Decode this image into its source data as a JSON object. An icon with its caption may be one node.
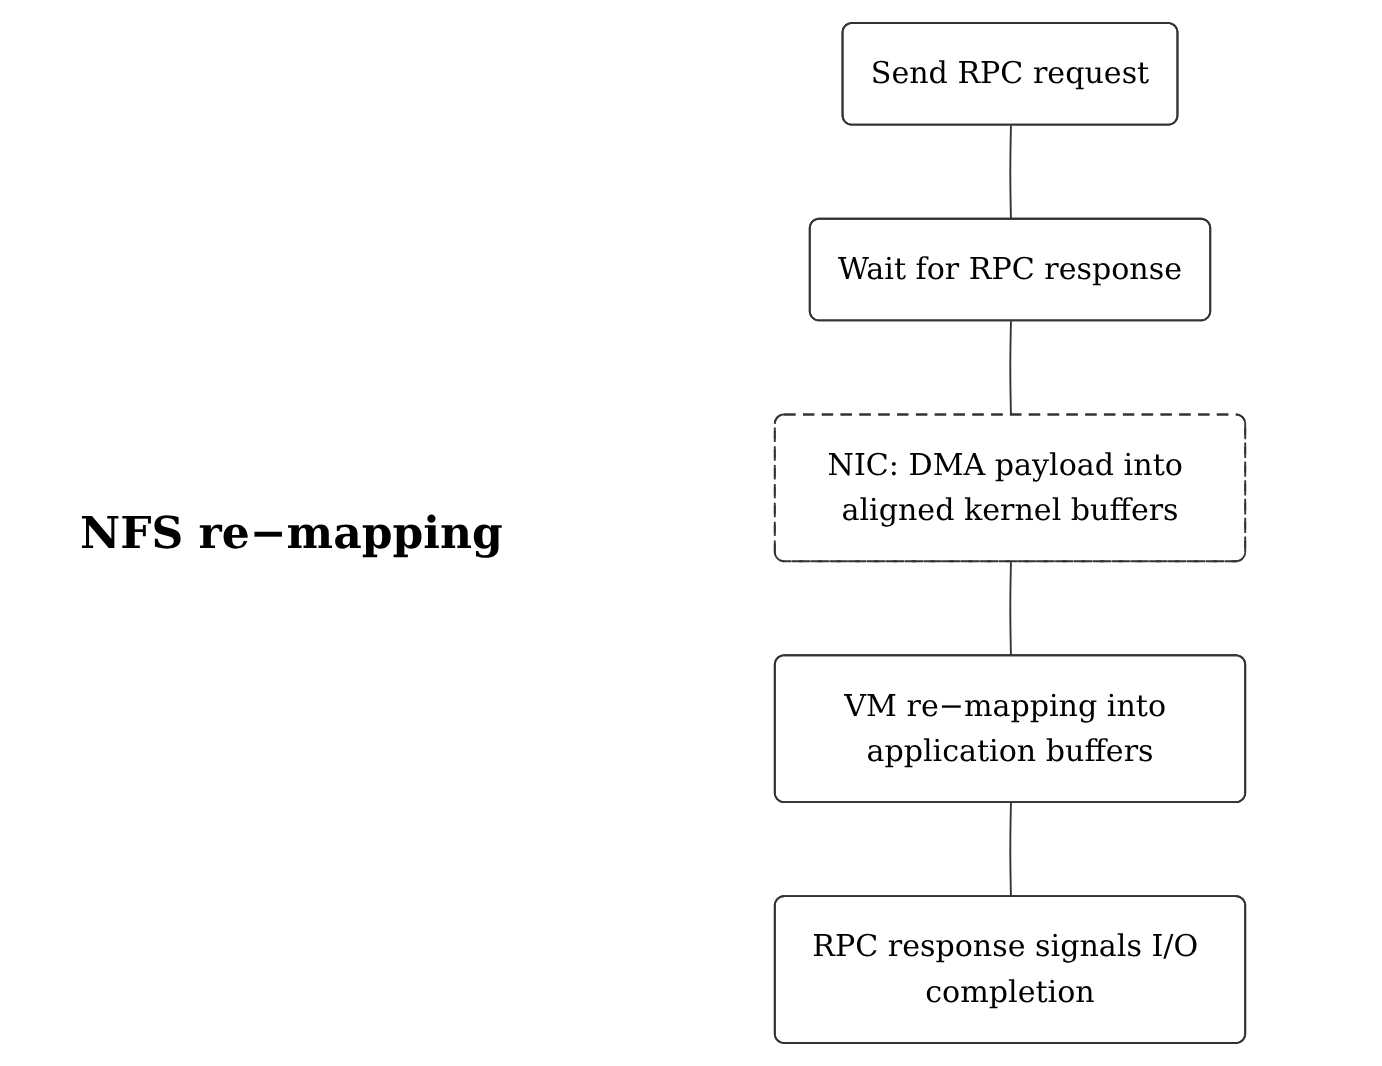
{
  "diagram": {
    "title": "NFS re−mapping",
    "nodes": [
      {
        "text": [
          "Send RPC request"
        ]
      },
      {
        "text": [
          "Wait for RPC response"
        ]
      },
      {
        "text": [
          "NIC: DMA payload into aligned kernel buffers"
        ]
      },
      {
        "text": [
          "VM re−mapping into application buffers"
        ]
      },
      {
        "text": [
          "RPC response signals I/O completion"
        ]
      }
    ],
    "edges": [
      {
        "from": 0,
        "to": 1,
        "arrow": "none"
      },
      {
        "from": 1,
        "to": 2,
        "arrow": "none"
      },
      {
        "from": 2,
        "to": 3,
        "arrow": "none"
      },
      {
        "from": 3,
        "to": 4,
        "arrow": "none"
      }
    ]
  }
}
